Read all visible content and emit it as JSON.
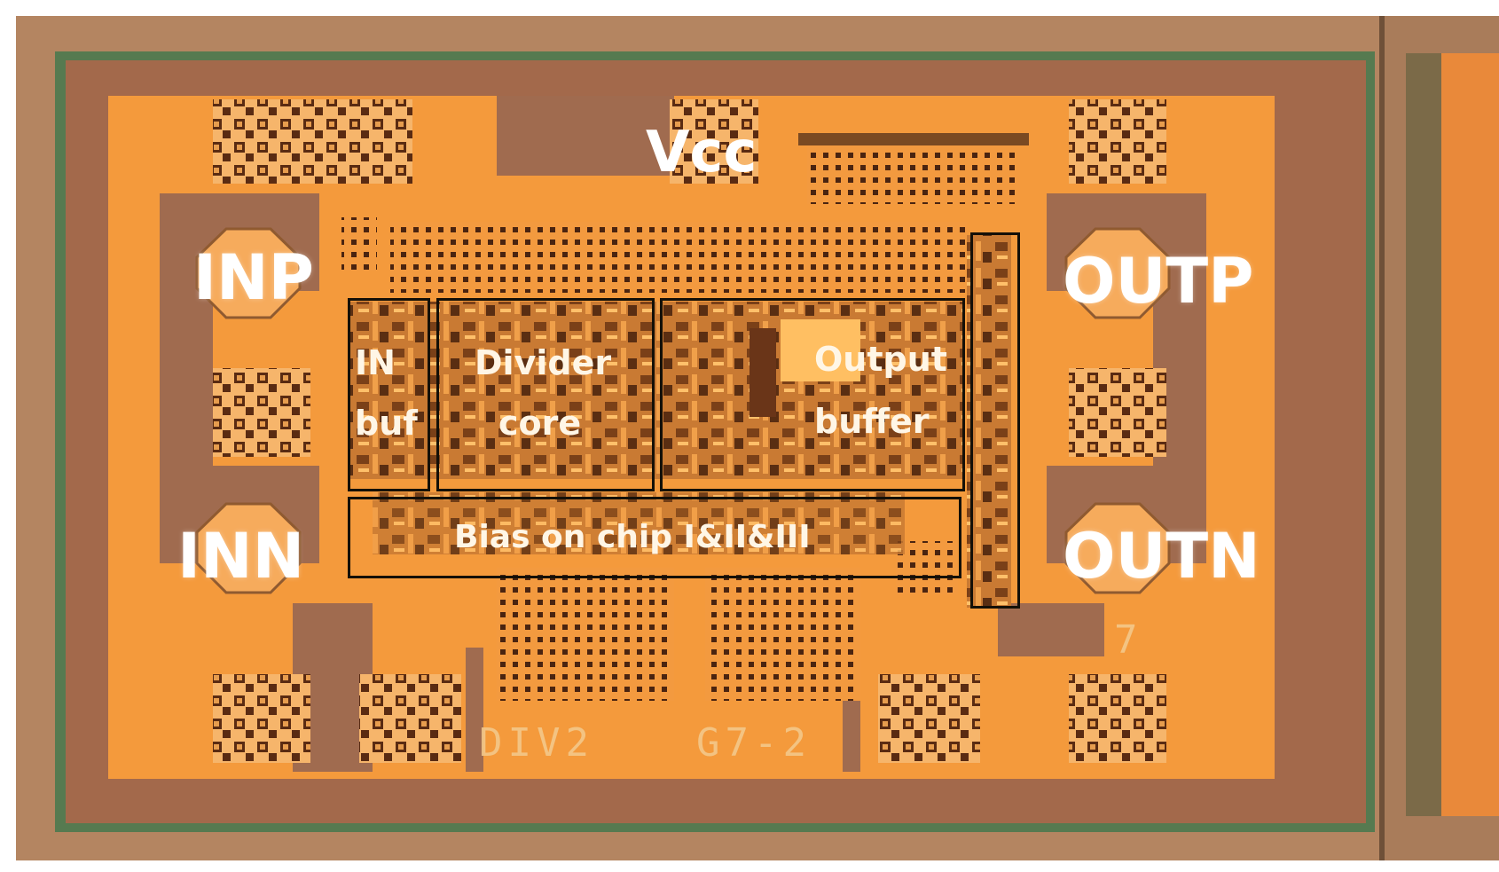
{
  "pins": {
    "vcc": "Vcc",
    "inp": "INP",
    "inn": "INN",
    "outp": "OUTP",
    "outn": "OUTN"
  },
  "blocks": {
    "in_buf_line1": "IN",
    "in_buf_line2": "buf",
    "divider_line1": "Divider",
    "divider_line2": "core",
    "output_line1": "Output",
    "output_line2": "buffer",
    "bias": "Bias on chip I&II&III"
  },
  "markings": {
    "die_name": "DIV2",
    "die_id": "G7-2",
    "corner_mark": "7"
  },
  "colors": {
    "metal": "#f49a3c",
    "substrate": "#a8704e",
    "frame": "#b98a63",
    "seal_ring": "#5d7a4f",
    "pad_dot": "#4a2410",
    "outline": "#141008"
  }
}
